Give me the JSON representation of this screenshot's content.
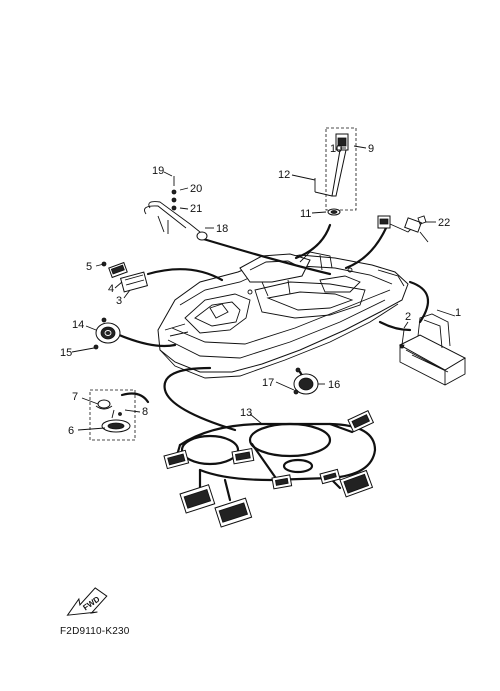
{
  "diagram": {
    "part_code": "F2D9110-K230",
    "fwd_label": "FWD",
    "callouts": [
      "1",
      "2",
      "3",
      "4",
      "5",
      "6",
      "7",
      "8",
      "9",
      "10",
      "11",
      "12",
      "13",
      "14",
      "15",
      "16",
      "17",
      "18",
      "19",
      "20",
      "21",
      "22"
    ]
  }
}
